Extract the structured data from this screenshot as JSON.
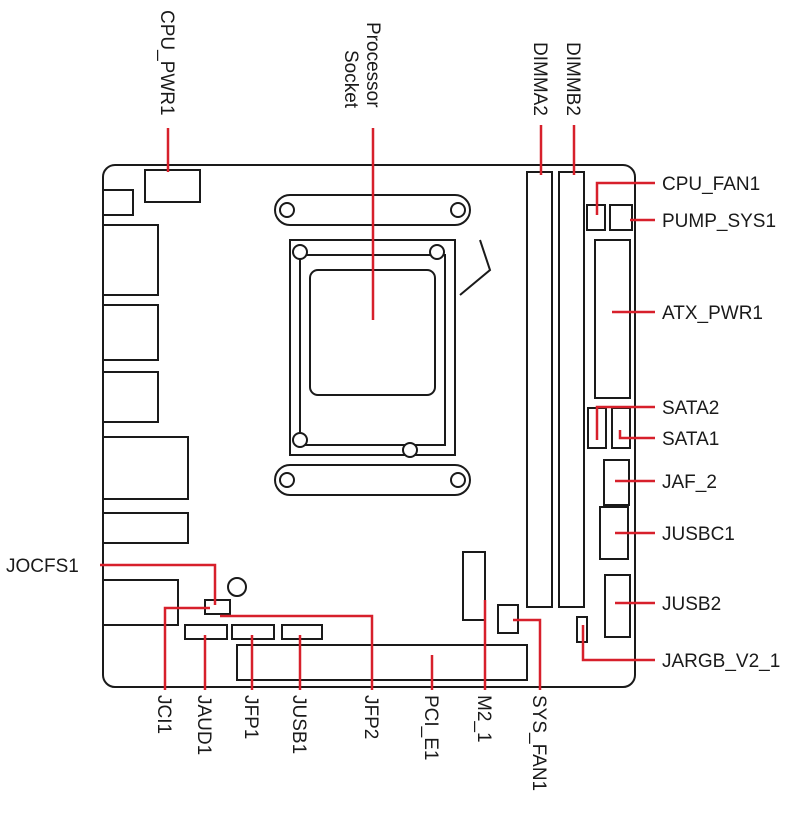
{
  "diagram": {
    "colors": {
      "leader_line": "#d7202b",
      "outline": "#1a1a1a"
    },
    "labels": {
      "cpu_pwr1": "CPU_PWR1",
      "processor_socket_line1": "Processor",
      "processor_socket_line2": "Socket",
      "dimma2": "DIMMA2",
      "dimmb2": "DIMMB2",
      "cpu_fan1": "CPU_FAN1",
      "pump_sys1": "PUMP_SYS1",
      "atx_pwr1": "ATX_PWR1",
      "sata2": "SATA2",
      "sata1": "SATA1",
      "jaf_2": "JAF_2",
      "jusbc1": "JUSBC1",
      "jusb2": "JUSB2",
      "jargb_v2_1": "JARGB_V2_1",
      "jocfs1": "JOCFS1",
      "jci1": "JCI1",
      "jaud1": "JAUD1",
      "jfp1": "JFP1",
      "jusb1": "JUSB1",
      "jfp2": "JFP2",
      "pci_e1": "PCI_E1",
      "m2_1": "M2_1",
      "sys_fan1": "SYS_FAN1"
    }
  }
}
